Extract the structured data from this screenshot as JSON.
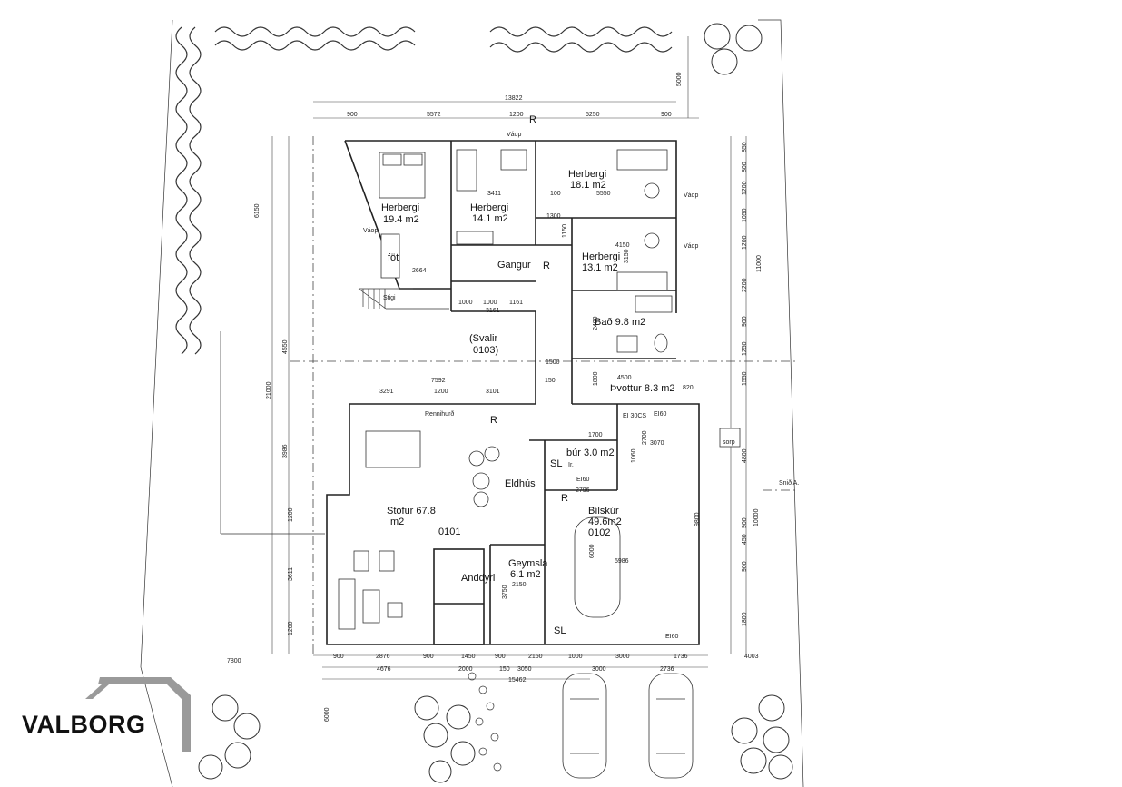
{
  "brand": {
    "name": "VALBORG"
  },
  "rooms": {
    "herbergi_a": {
      "name": "Herbergi",
      "area": "19.4 m2"
    },
    "herbergi_b": {
      "name": "Herbergi",
      "area": "14.1 m2"
    },
    "herbergi_c": {
      "name": "Herbergi",
      "area": "18.1 m2"
    },
    "herbergi_d": {
      "name": "Herbergi",
      "area": "13.1 m2"
    },
    "fot": "föt",
    "gangur": "Gangur",
    "stigi": "Stigi",
    "svalir": "(Svalir",
    "svalir_no": "0103)",
    "bad": "Bað 9.8 m2",
    "thvottur": "Þvottur 8.3 m2",
    "bur": "búr 3.0 m2",
    "eldhus": "Eldhús",
    "stofur": "Stofur 67.8",
    "stofur_unit": "m2",
    "stofur_no": "0101",
    "bilskur": "Bílskúr",
    "bilskur_area": "49.6m2",
    "bilskur_no": "0102",
    "geymsla": "Geymsla",
    "geymsla_area": "6.1 m2",
    "anddyri": "Anddyri",
    "sorp": "sorp",
    "snid": "Snið A.",
    "rennihurd": "Rennihurð"
  },
  "annotations": {
    "vaop": "Váop",
    "r": "R",
    "sl": "SL",
    "ei60": "EI60",
    "ei_30cs": "EI 30CS",
    "ir": "Ir."
  },
  "dimensions": {
    "top_total": "13822",
    "top_parts": [
      "900",
      "5572",
      "1200",
      "5250",
      "900"
    ],
    "bottom_total": "15462",
    "bottom_row1": [
      "900",
      "2876",
      "900",
      "1450",
      "900",
      "2150",
      "1000",
      "3000",
      "1736",
      "4003"
    ],
    "bottom_row2": [
      "4676",
      "2000",
      "150",
      "3050",
      "3000",
      "2736"
    ],
    "left_side": [
      "6150",
      "4550",
      "21000",
      "3986",
      "1200",
      "3611",
      "1200",
      "7800"
    ],
    "right_side": [
      "850",
      "800",
      "1200",
      "1050",
      "1200",
      "11000",
      "2200",
      "900",
      "1250",
      "1550",
      "10000",
      "4800",
      "9800",
      "900",
      "450",
      "900",
      "1800"
    ],
    "interior": [
      "3411",
      "100",
      "5550",
      "4150",
      "3150",
      "1300",
      "1150",
      "1000",
      "1000",
      "1161",
      "3161",
      "2664",
      "7592",
      "3291",
      "1200",
      "3101",
      "1500",
      "150",
      "4500",
      "820",
      "1700",
      "2700",
      "3070",
      "2796",
      "1060",
      "5986",
      "6000",
      "2150",
      "3750",
      "2400",
      "1800",
      "5000",
      "6000"
    ]
  }
}
